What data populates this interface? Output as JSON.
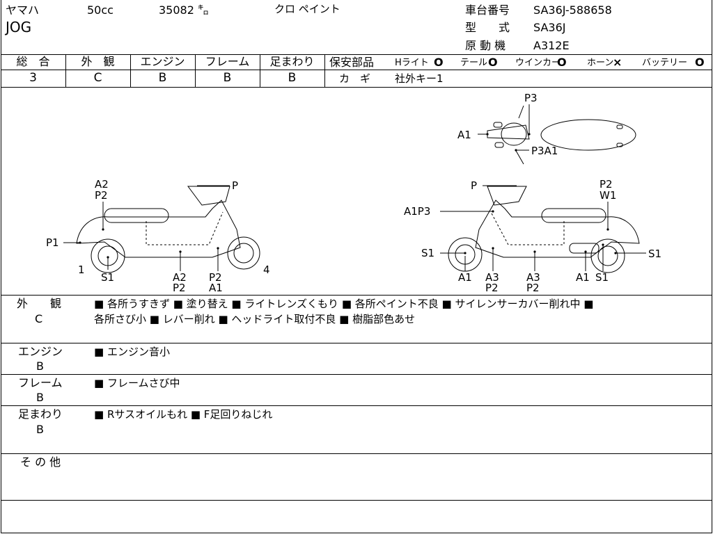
{
  "header": {
    "maker": "ヤマハ",
    "displacement": "50cc",
    "mileage": "35082 ㌔",
    "color": "クロ ペイント",
    "model_name": "JOG",
    "frame_no_label": "車台番号",
    "frame_no": "SA36J-588658",
    "type_label": "型　　式",
    "type_value": "SA36J",
    "engine_label": "原 動 機",
    "engine_value": "A312E"
  },
  "grades": {
    "headers": [
      "総　合",
      "外　観",
      "エンジン",
      "フレーム",
      "足まわり"
    ],
    "values": [
      "3",
      "C",
      "B",
      "B",
      "B"
    ]
  },
  "safety": {
    "label": "保安部品",
    "items": [
      {
        "name": "Hライト",
        "mark": "O"
      },
      {
        "name": "テール",
        "mark": "O"
      },
      {
        "name": "ウインカー",
        "mark": "O"
      },
      {
        "name": "ホーン",
        "mark": "×"
      },
      {
        "name": "バッテリー",
        "mark": "O"
      }
    ],
    "key_label": "カ　ギ",
    "key_value": "社外キー1"
  },
  "diagram": {
    "top_labels": [
      "P3",
      "A1",
      "P3A1"
    ],
    "left_labels": [
      "A2",
      "P2",
      "P",
      "P1",
      "1",
      "S1",
      "A2",
      "P2",
      "P2",
      "A1",
      "4"
    ],
    "right_labels": [
      "P",
      "P2",
      "W1",
      "A1P3",
      "S1",
      "S1",
      "A1",
      "A3",
      "P2",
      "A3",
      "P2",
      "A1",
      "S1"
    ]
  },
  "remarks": [
    {
      "title": "外　　観",
      "grade": "C",
      "text": "■ 各所うすきず ■ 塗り替え ■ ライトレンズくもり ■ 各所ペイント不良 ■ サイレンサーカバー削れ中 ■",
      "text2": "各所さび小 ■ レバー削れ ■ ヘッドライト取付不良 ■ 樹脂部色あせ"
    },
    {
      "title": "エンジン",
      "grade": "B",
      "text": "■ エンジン音小"
    },
    {
      "title": "フレーム",
      "grade": "B",
      "text": "■ フレームさび中"
    },
    {
      "title": "足まわり",
      "grade": "B",
      "text": "■ Rサスオイルもれ ■ F足回りねじれ"
    },
    {
      "title": "そ の 他",
      "text": ""
    }
  ]
}
